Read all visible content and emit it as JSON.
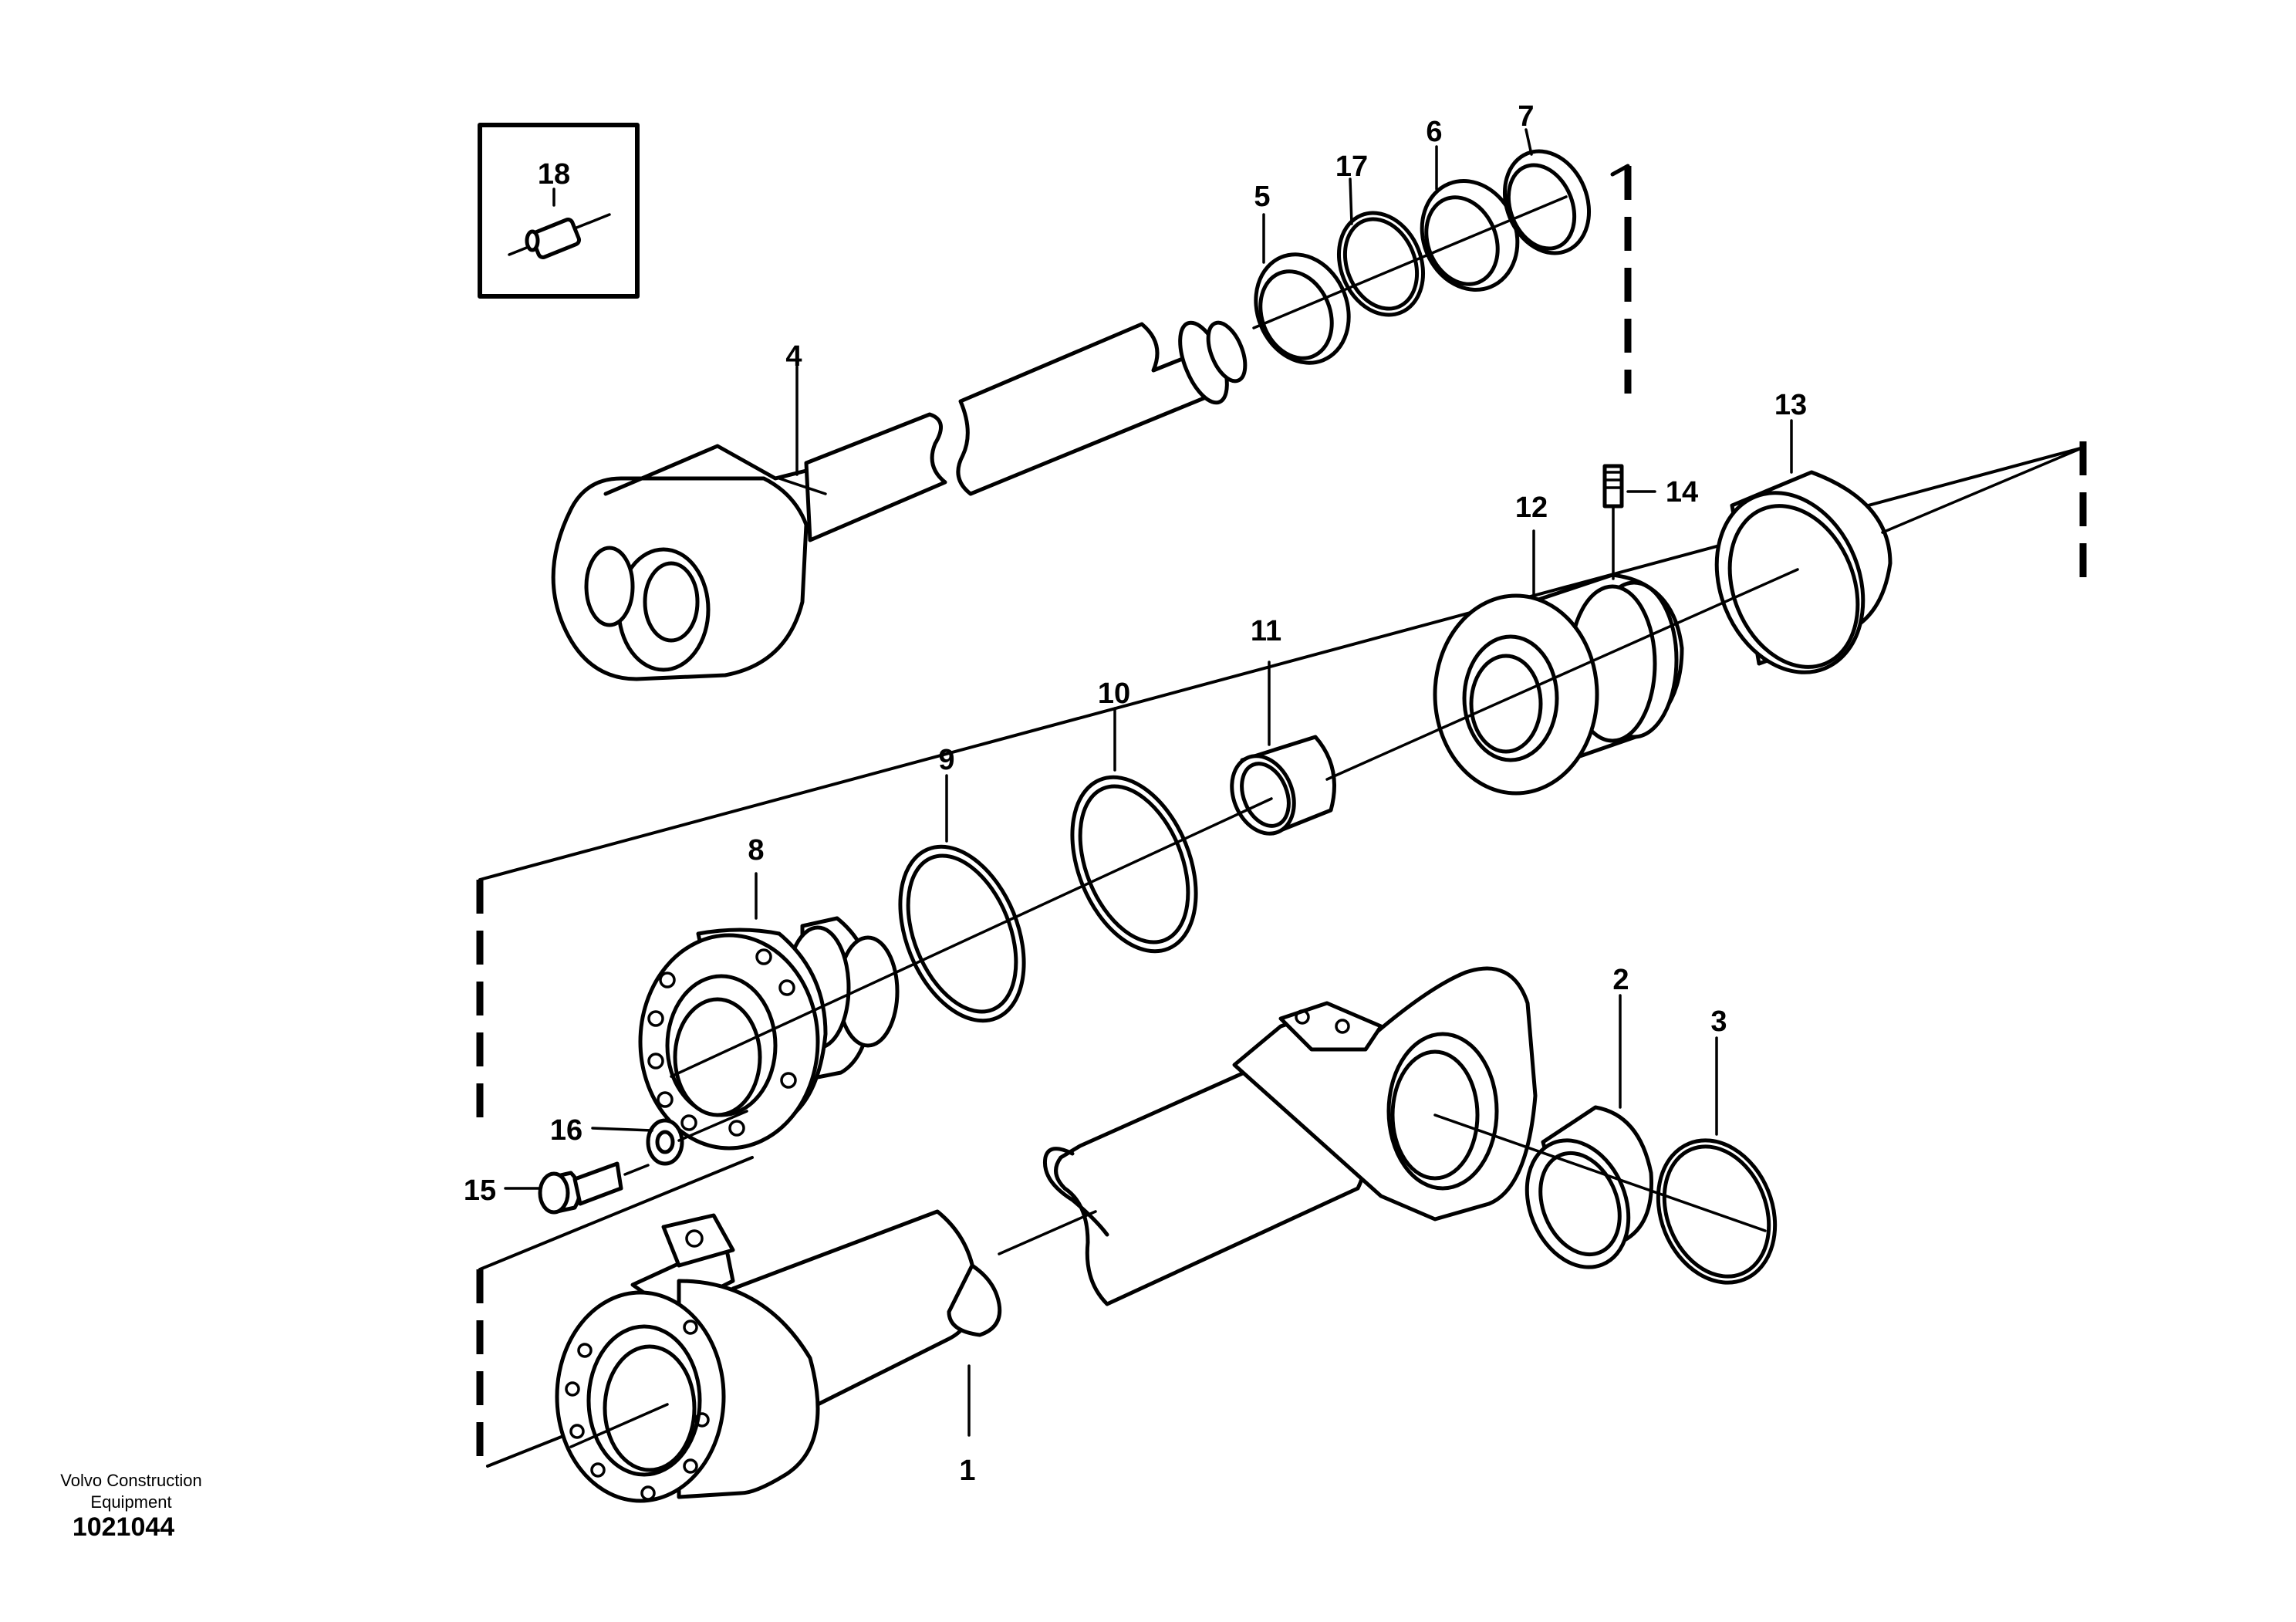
{
  "callouts": [
    "1",
    "2",
    "3",
    "4",
    "5",
    "6",
    "7",
    "8",
    "9",
    "10",
    "11",
    "12",
    "13",
    "14",
    "15",
    "16",
    "17",
    "18"
  ],
  "footer": {
    "manufacturer_line1": "Volvo Construction",
    "manufacturer_line2": "Equipment",
    "drawing_number": "1021044"
  }
}
